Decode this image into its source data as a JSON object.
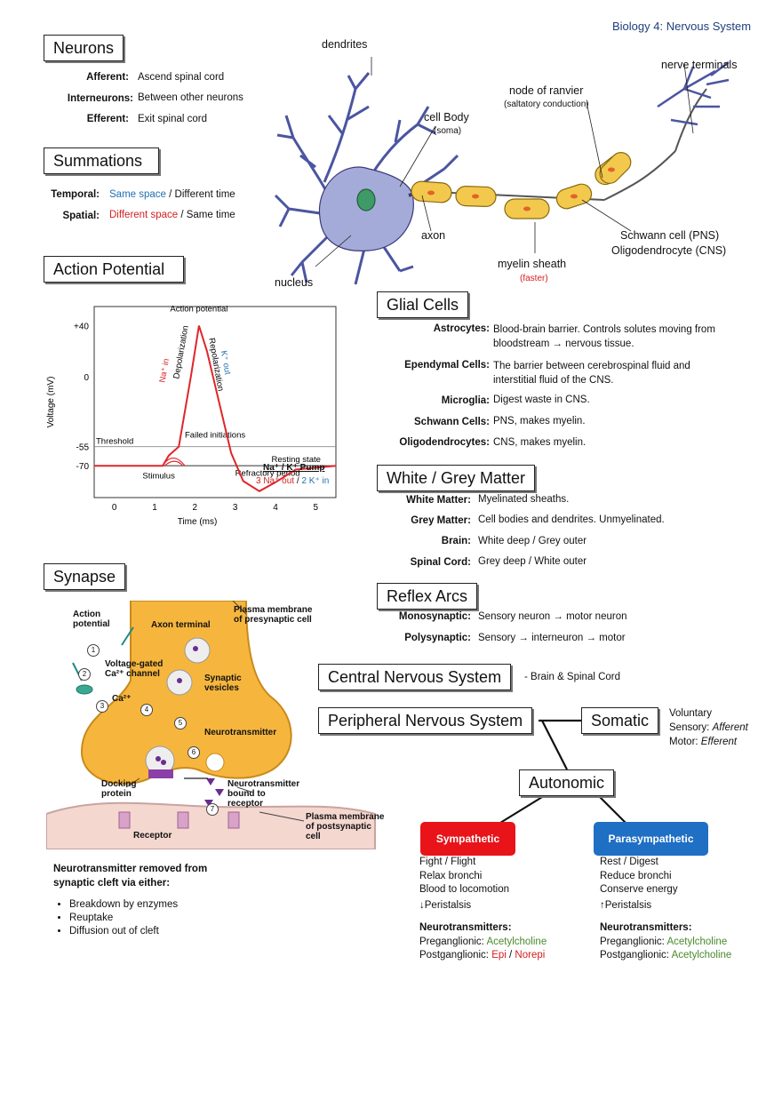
{
  "page_title": "Biology 4: Nervous System",
  "neurons": {
    "heading": "Neurons",
    "rows": [
      {
        "label": "Afferent:",
        "text": "Ascend spinal cord"
      },
      {
        "label": "Interneurons:",
        "text": "Between other neurons"
      },
      {
        "label": "Efferent:",
        "text": "Exit spinal cord"
      }
    ]
  },
  "summations": {
    "heading": "Summations",
    "temporal": {
      "label": "Temporal:",
      "a": "Same space",
      "b": " / Different time"
    },
    "spatial": {
      "label": "Spatial:",
      "a": "Different space",
      "b": " / Same time"
    }
  },
  "action_potential": {
    "heading": "Action Potential",
    "pump_title": "Na⁺ / K⁺ Pump",
    "pump_a": "3 Na⁺ out",
    "pump_sep": " / ",
    "pump_b": "2 K⁺  in"
  },
  "neuron_diagram": {
    "dendrites": "dendrites",
    "nerve_terminals": "nerve terminals",
    "node": "node of ranvier",
    "node_sub": "(saltatory conduction)",
    "cell_body": "cell Body",
    "soma": "(soma)",
    "axon": "axon",
    "schwann": "Schwann cell (PNS)",
    "oligo": "Oligodendrocyte (CNS)",
    "myelin": "myelin sheath",
    "faster": "(faster)",
    "nucleus": "nucleus"
  },
  "chart_data": {
    "type": "line",
    "xlabel": "Time (ms)",
    "ylabel": "Voltage (mV)",
    "xticks": [
      "0",
      "1",
      "2",
      "3",
      "4",
      "5"
    ],
    "yticks": [
      "+40",
      "0",
      "-55",
      "-70"
    ],
    "xlim": [
      -0.5,
      5.5
    ],
    "ylim": [
      -95,
      55
    ],
    "series": [
      {
        "values": [
          [
            -0.5,
            -70
          ],
          [
            1.0,
            -70
          ],
          [
            1.2,
            -70
          ],
          [
            1.35,
            -62
          ],
          [
            1.6,
            -55
          ],
          [
            1.9,
            0
          ],
          [
            2.1,
            40
          ],
          [
            2.3,
            20
          ],
          [
            2.6,
            -20
          ],
          [
            2.9,
            -60
          ],
          [
            3.2,
            -82
          ],
          [
            3.6,
            -90
          ],
          [
            4.0,
            -83
          ],
          [
            4.5,
            -73
          ],
          [
            5.5,
            -70
          ]
        ]
      }
    ],
    "annotations": {
      "action_potential": "Action potential",
      "depolarization": "Depolarization",
      "na_in": "Na⁺ in",
      "repolarization": "Repolarization",
      "k_out": "K⁺ out",
      "threshold": "Threshold",
      "failed": "Failed initiations",
      "resting": "Resting state",
      "stimulus": "Stimulus",
      "refractory": "Refractory period"
    }
  },
  "synapse": {
    "heading": "Synapse",
    "labels": {
      "ap": "Action potential",
      "terminal": "Axon terminal",
      "plasma": "Plasma membrane of presynaptic cell",
      "ca_channel": "Voltage-gated Ca²⁺ channel",
      "vesicles": "Synaptic vesicles",
      "ca": "Ca²⁺",
      "nt": "Neurotransmitter",
      "docking": "Docking protein",
      "bound": "Neurotransmitter bound to receptor",
      "post": "Plasma membrane of postsynaptic cell",
      "receptor": "Receptor"
    },
    "steps": [
      "1",
      "2",
      "3",
      "4",
      "5",
      "6",
      "7"
    ],
    "removed_title": "Neurotransmitter removed from synaptic cleft via either:",
    "bullets": [
      "Breakdown by enzymes",
      "Reuptake",
      "Diffusion out of cleft"
    ]
  },
  "glial": {
    "heading": "Glial Cells",
    "rows": [
      {
        "label": "Astrocytes:",
        "text": "Blood-brain barrier.  Controls solutes moving from bloodstream → nervous tissue."
      },
      {
        "label": "Ependymal Cells:",
        "text": "The barrier between cerebrospinal fluid and interstitial fluid of the CNS."
      },
      {
        "label": "Microglia:",
        "text": "Digest waste in CNS."
      },
      {
        "label": "Schwann Cells:",
        "text": "PNS, makes myelin."
      },
      {
        "label": "Oligodendrocytes:",
        "text": "CNS, makes myelin."
      }
    ]
  },
  "matter": {
    "heading": "White / Grey Matter",
    "rows": [
      {
        "label": "White Matter:",
        "text": "Myelinated sheaths."
      },
      {
        "label": "Grey Matter:",
        "text": "Cell bodies and dendrites.  Unmyelinated."
      },
      {
        "label": "Brain:",
        "text": "White deep / Grey outer"
      },
      {
        "label": "Spinal Cord:",
        "text": "Grey deep / White outer"
      }
    ]
  },
  "reflex": {
    "heading": "Reflex Arcs",
    "rows": [
      {
        "label": "Monosynaptic:",
        "text": "Sensory neuron → motor neuron"
      },
      {
        "label": "Polysynaptic:",
        "text": "Sensory → interneuron → motor"
      }
    ]
  },
  "cns": {
    "heading": "Central Nervous System",
    "note": "- Brain & Spinal Cord"
  },
  "pns": {
    "heading": "Peripheral Nervous System"
  },
  "somatic": {
    "heading": "Somatic",
    "l1": "Voluntary",
    "l2a": "Sensory: ",
    "l2b": "Afferent",
    "l3a": "Motor: ",
    "l3b": "Efferent"
  },
  "autonomic": {
    "heading": "Autonomic"
  },
  "sympathetic": {
    "title": "Sympathetic",
    "items": [
      "Fight / Flight",
      "Relax bronchi",
      "Blood to locomotion",
      "↓Peristalsis"
    ],
    "nt_title": "Neurotransmitters:",
    "pre_label": "Preganglionic:  ",
    "pre_val": "Acetylcholine",
    "post_label": "Postganglionic:  ",
    "post_a": "Epi",
    "post_sep": " / ",
    "post_b": "Norepi"
  },
  "parasympathetic": {
    "title": "Parasympathetic",
    "items": [
      "Rest / Digest",
      "Reduce bronchi",
      "Conserve energy",
      "↑Peristalsis"
    ],
    "nt_title": "Neurotransmitters:",
    "pre_label": "Preganglionic:  ",
    "pre_val": "Acetylcholine",
    "post_label": "Postganglionic:  ",
    "post_val": "Acetylcholine"
  },
  "colors": {
    "sympathetic": "#e8141a",
    "parasympathetic": "#1f6fc4",
    "blue_text": "#1f6fb2",
    "red_text": "#d41f1f",
    "green_text": "#4a8a2c"
  }
}
